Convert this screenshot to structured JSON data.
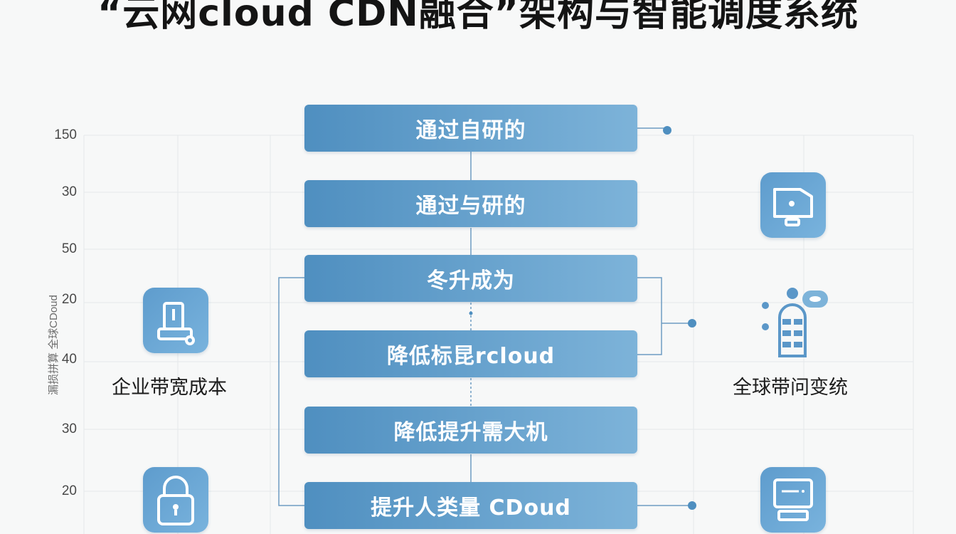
{
  "title": "“云网cloud CDN融合”架构与智能调度系统",
  "y_axis": {
    "ticks": [
      "150",
      "30",
      "50",
      "20",
      "40",
      "30",
      "20"
    ],
    "side_label": "漏损拼算 全球CDoud"
  },
  "flow_boxes": [
    "通过自研的",
    "通过与研的",
    "冬升成为",
    "降低标昆rcloud",
    "降低提升需大机",
    "提升人类量 CDoud"
  ],
  "left_panel": {
    "label": "企业带宽成本",
    "icons": [
      "database-icon",
      "lock-icon"
    ]
  },
  "right_panel": {
    "label": "全球带问变统",
    "icons": [
      "monitor-icon",
      "server-rack-icon",
      "computer-icon"
    ]
  },
  "colors": {
    "box_start": "#4f8fc0",
    "box_end": "#7db3d9",
    "connector": "#5b8fb8",
    "dot": "#4f8fc0"
  }
}
